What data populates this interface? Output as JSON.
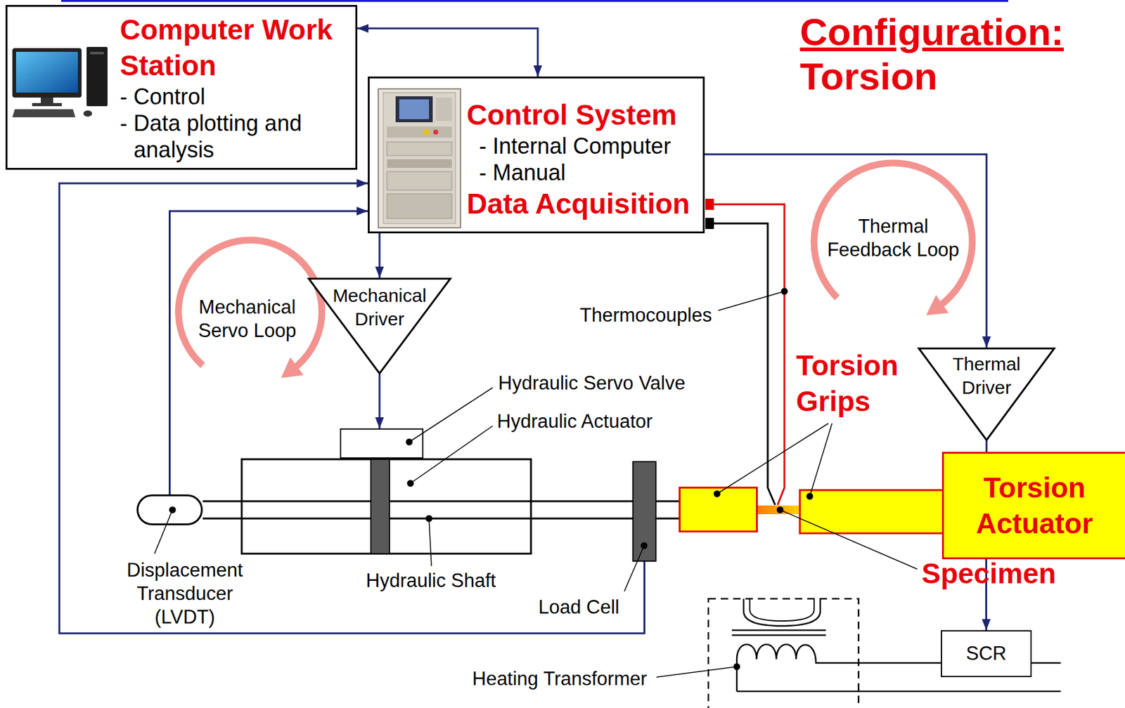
{
  "diagram": {
    "title": "Configuration: Torsion",
    "nodes": [
      {
        "text": [
          "Computer Work Station",
          "- Control",
          "- Data plotting and analysis"
        ]
      },
      {
        "text": [
          "Control System",
          "- Internal Computer",
          "- Manual",
          "Data Acquisition"
        ]
      },
      {
        "text": [
          "Mechanical Driver"
        ]
      },
      {
        "text": [
          "Hydraulic Servo Valve"
        ]
      },
      {
        "text": [
          "Displacement Transducer (LVDT)"
        ]
      },
      {
        "text": [
          "Load Cell"
        ]
      },
      {
        "text": [
          "Thermal Driver"
        ]
      },
      {
        "text": [
          "Torsion Actuator"
        ]
      },
      {
        "text": [
          "SCR"
        ]
      }
    ],
    "edges": [
      {
        "from": 0,
        "to": 1,
        "arrow": "both"
      },
      {
        "from": 1,
        "to": 2,
        "arrow": "to"
      },
      {
        "from": 2,
        "to": 3,
        "arrow": "to"
      },
      {
        "from": 4,
        "to": 1,
        "arrow": "to"
      },
      {
        "from": 5,
        "to": 1,
        "arrow": "to"
      },
      {
        "from": 1,
        "to": 6,
        "arrow": "to"
      },
      {
        "from": 6,
        "to": 7,
        "arrow": "none"
      },
      {
        "from": 7,
        "to": 8,
        "arrow": "to"
      }
    ],
    "labels": [
      "Mechanical Servo Loop",
      "Thermal Feedback Loop",
      "Hydraulic Actuator",
      "Hydraulic Shaft",
      "Thermocouples",
      "Torsion Grips",
      "Specimen",
      "Heating Transformer"
    ]
  }
}
